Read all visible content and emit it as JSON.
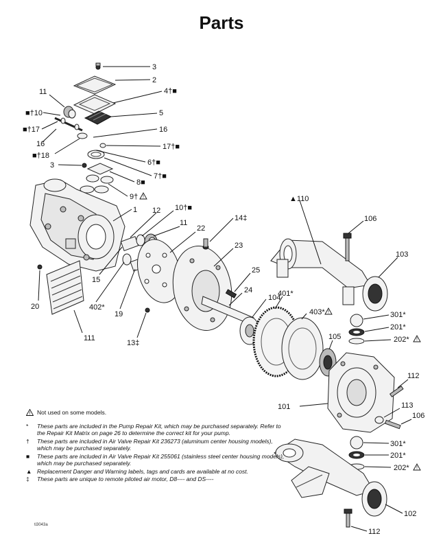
{
  "page": {
    "title": "Parts"
  },
  "labels": {
    "l3a": "3",
    "l2": "2",
    "l4": "4†■",
    "l11a": "11",
    "l5": "5",
    "l10a": "■†10",
    "l17a": "■†17",
    "l16a": "16",
    "l16b": "16",
    "l17b": "17†■",
    "l18": "■†18",
    "l6": "6†■",
    "l3b": "3",
    "l7": "7†■",
    "l8": "8■",
    "l9": "9†",
    "l1": "1",
    "l12": "12",
    "l10b": "10†■",
    "l11b": "11",
    "l22": "22",
    "l14": "14‡",
    "l23": "23",
    "l25": "25",
    "l24": "24",
    "l15": "15",
    "l402": "402*",
    "l19": "19",
    "l20": "20",
    "l111": "111",
    "l13": "13‡",
    "l110": "▲110",
    "l106a": "106",
    "l103": "103",
    "l401": "401*",
    "l104": "104",
    "l403": "403*",
    "l301a": "301*",
    "l201a": "201*",
    "l202a": "202*",
    "l105": "105",
    "l112a": "112",
    "l101": "101",
    "l113": "113",
    "l106b": "106",
    "l301b": "301*",
    "l201b": "201*",
    "l202b": "202*",
    "l102": "102",
    "l112b": "112"
  },
  "legend": [
    {
      "symbol": "",
      "text": "Not used on some models.",
      "warn_icon": true
    },
    {
      "symbol": "*",
      "text": "These parts are included in the Pump Repair Kit, which may be purchased separately. Refer to the Repair Kit Matrix on page 26 to determine the correct kit for your pump."
    },
    {
      "symbol": "†",
      "text": "These parts are included in Air Valve Repair Kit 236273 (aluminum center housing models), which may be purchased separately."
    },
    {
      "symbol": "■",
      "text": "These parts are included in Air Valve Repair Kit 255061 (stainless steel center housing models), which may be purchased separately."
    },
    {
      "symbol": "▲",
      "text": "Replacement Danger and Warning labels, tags and cards are available at no cost."
    },
    {
      "symbol": "‡",
      "text": "These parts are unique to remote piloted air motor, D8---- and DS----"
    }
  ],
  "figure_code": "ti3043a"
}
